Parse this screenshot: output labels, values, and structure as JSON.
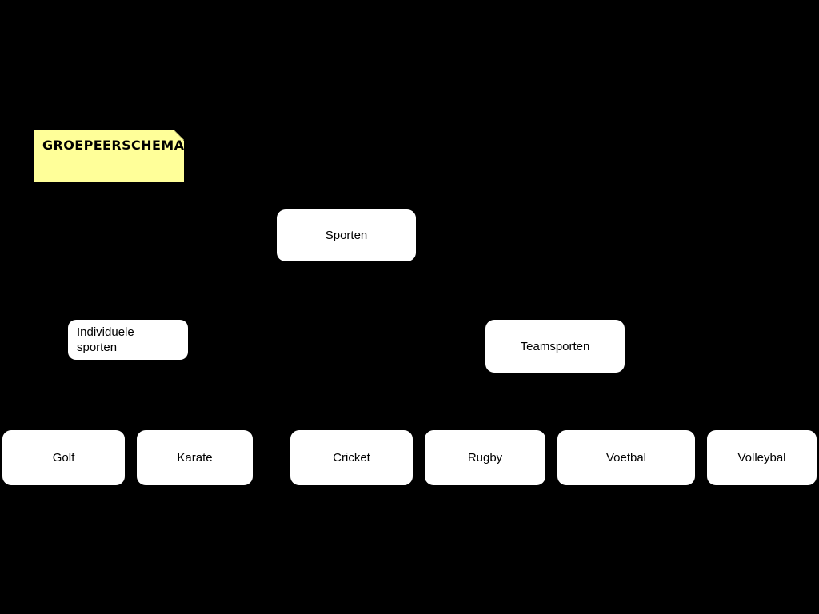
{
  "diagram": {
    "background_color": "#000000",
    "node_fill_color": "#FFFFFF",
    "node_text_color": "#000000",
    "sticky_note": {
      "text": "GROEPEERSCHEMA",
      "color": "#FFFF99"
    },
    "root": {
      "label": "Sporten"
    },
    "branches": [
      {
        "label": "Individuele\nsporten"
      },
      {
        "label": "Teamsporten"
      }
    ],
    "leaves": [
      {
        "label": "Golf"
      },
      {
        "label": "Karate"
      },
      {
        "label": "Cricket"
      },
      {
        "label": "Rugby"
      },
      {
        "label": "Voetbal"
      },
      {
        "label": "Volleybal"
      }
    ]
  }
}
